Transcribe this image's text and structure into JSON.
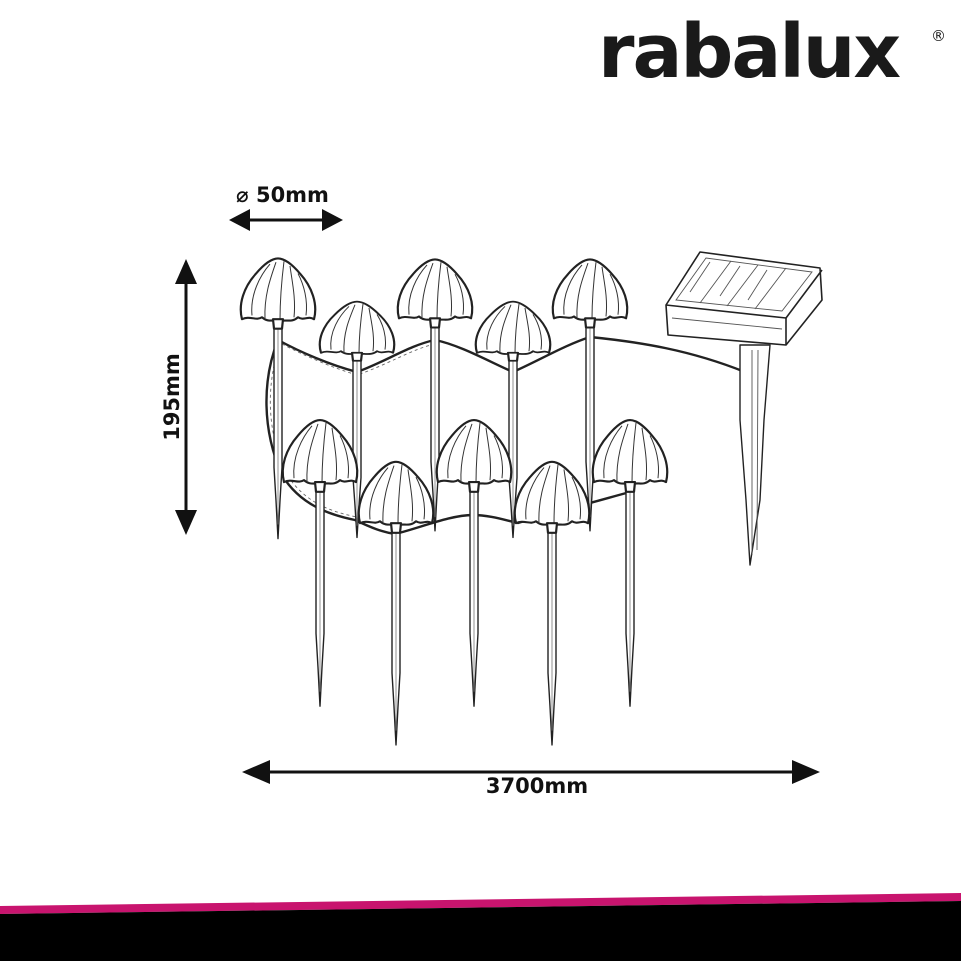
{
  "brand": {
    "logo_text": "rabalux",
    "registered_mark": "®",
    "accent_color": "#c8146e",
    "bar_color": "#000000"
  },
  "dimensions": {
    "diameter": "⌀ 50mm",
    "height": "195mm",
    "length": "3700mm"
  },
  "product": {
    "lamp_count": 10,
    "has_solar_panel": true
  }
}
